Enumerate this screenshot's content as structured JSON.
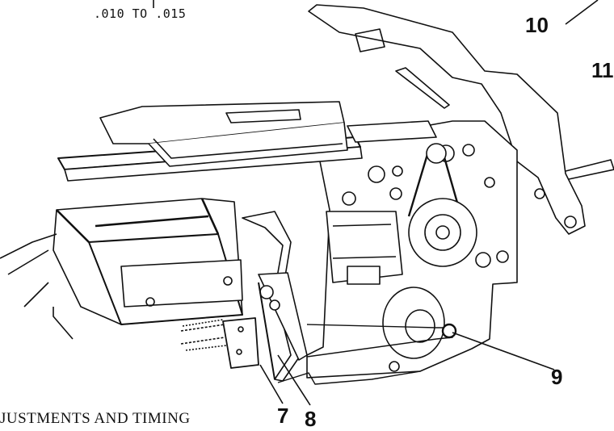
{
  "spec_text": ".010 TO .015",
  "callouts": {
    "c7": "7",
    "c8": "8",
    "c9": "9",
    "c10": "10",
    "c11": "11"
  },
  "caption": "JUSTMENTS AND TIMING"
}
